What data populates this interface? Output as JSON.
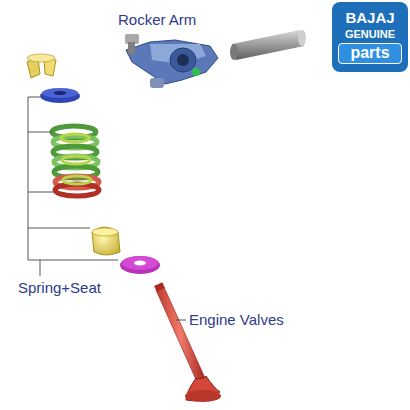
{
  "diagram": {
    "nodes": [
      {
        "text": [
          "BAJAJ",
          "GENUINE",
          "parts"
        ]
      }
    ],
    "labels": [
      "Rocker Arm",
      "Spring+Seat",
      "Engine Valves"
    ]
  }
}
